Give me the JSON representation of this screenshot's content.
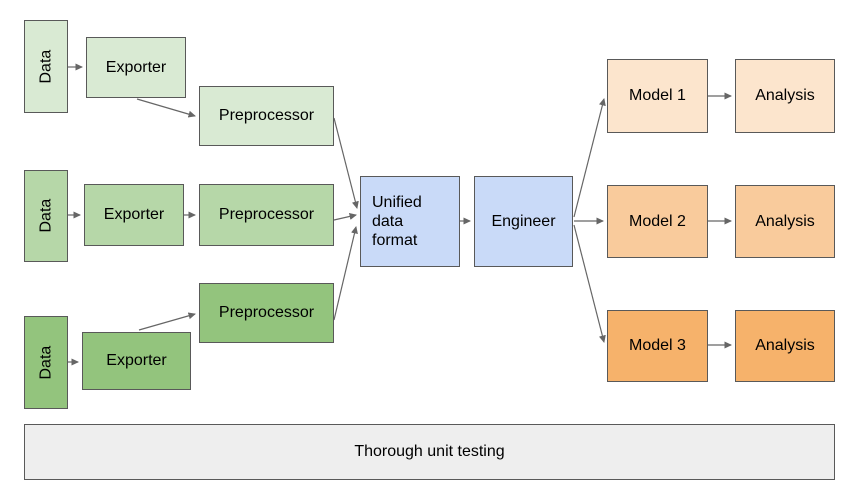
{
  "colors": {
    "border": "#595959",
    "arrow": "#666666",
    "text": "#000000",
    "background": "#ffffff"
  },
  "nodes": {
    "data1": {
      "label": "Data",
      "fill": "#d9ead3"
    },
    "exporter1": {
      "label": "Exporter",
      "fill": "#d9ead3"
    },
    "preprocessor1": {
      "label": "Preprocessor",
      "fill": "#d9ead3"
    },
    "data2": {
      "label": "Data",
      "fill": "#b6d7a8"
    },
    "exporter2": {
      "label": "Exporter",
      "fill": "#b6d7a8"
    },
    "preprocessor2": {
      "label": "Preprocessor",
      "fill": "#b6d7a8"
    },
    "data3": {
      "label": "Data",
      "fill": "#93c47d"
    },
    "exporter3": {
      "label": "Exporter",
      "fill": "#93c47d"
    },
    "preprocessor3": {
      "label": "Preprocessor",
      "fill": "#93c47d"
    },
    "unified": {
      "label": "Unified data format",
      "fill": "#c9daf8"
    },
    "engineer": {
      "label": "Engineer",
      "fill": "#c9daf8"
    },
    "model1": {
      "label": "Model 1",
      "fill": "#fce5cd"
    },
    "analysis1": {
      "label": "Analysis",
      "fill": "#fce5cd"
    },
    "model2": {
      "label": "Model 2",
      "fill": "#f9cb9c"
    },
    "analysis2": {
      "label": "Analysis",
      "fill": "#f9cb9c"
    },
    "model3": {
      "label": "Model 3",
      "fill": "#f6b26b"
    },
    "analysis3": {
      "label": "Analysis",
      "fill": "#f6b26b"
    },
    "testing": {
      "label": "Thorough unit testing",
      "fill": "#eeeeee"
    }
  }
}
